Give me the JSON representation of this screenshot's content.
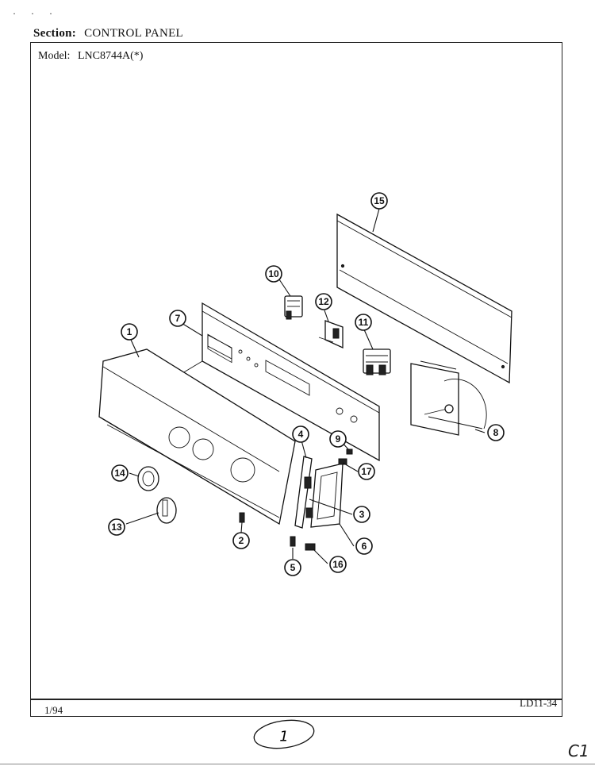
{
  "header": {
    "section_label": "Section:",
    "section_value": "CONTROL PANEL",
    "model_label": "Model:",
    "model_value": "LNC8744A(*)"
  },
  "footer": {
    "date": "1/94",
    "code": "LD11-34",
    "page_mark": "1",
    "corner_mark": "C1"
  },
  "callouts": [
    "1",
    "2",
    "3",
    "4",
    "5",
    "6",
    "7",
    "8",
    "9",
    "10",
    "11",
    "12",
    "13",
    "14",
    "15",
    "16",
    "17"
  ]
}
